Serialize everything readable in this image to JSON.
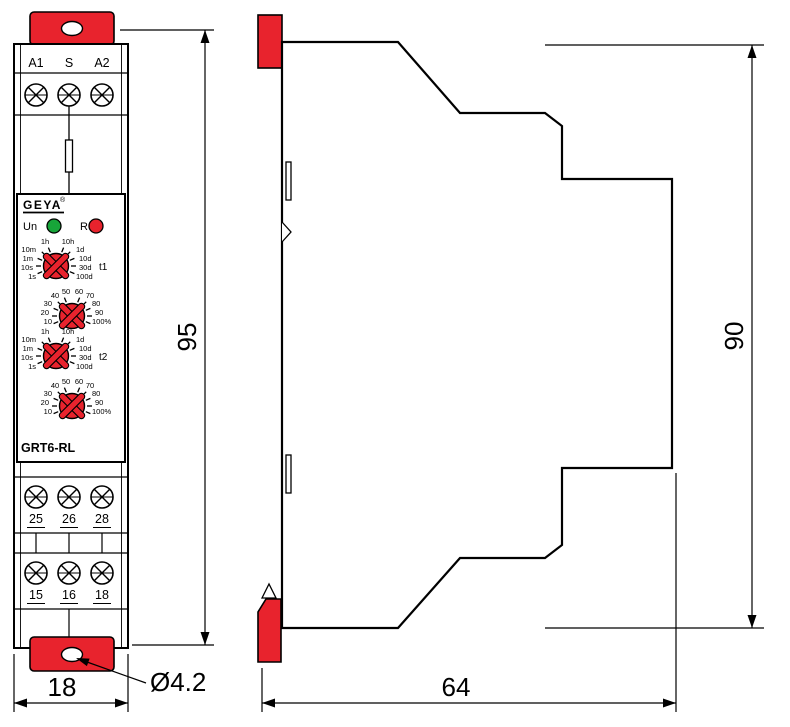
{
  "front": {
    "terminals_top": [
      "A1",
      "S",
      "A2"
    ],
    "logo": "GEYA",
    "logo_reg": "®",
    "led_un": "Un",
    "led_r": "R",
    "dial_t1": "t1",
    "dial_t2": "t2",
    "t_scale": [
      "1h",
      "10h",
      "10m",
      "1m",
      "10s",
      "1s",
      "1d",
      "10d",
      "30d",
      "100d"
    ],
    "pct_scale": [
      "40",
      "50",
      "60",
      "70",
      "30",
      "20",
      "10",
      "80",
      "90",
      "100%"
    ],
    "model": "GRT6-RL",
    "terminals_mid": [
      "25",
      "26",
      "28"
    ],
    "terminals_bottom": [
      "15",
      "16",
      "18"
    ]
  },
  "dimensions": {
    "front_height_mm": "95",
    "front_width_mm": "18",
    "mounting_hole": "Ø4.2",
    "side_height_mm": "90",
    "side_depth_mm": "64"
  },
  "colors": {
    "accent_red": "#e8232d",
    "led_green": "#17a539",
    "led_red": "#e8232d",
    "line": "#000000"
  }
}
